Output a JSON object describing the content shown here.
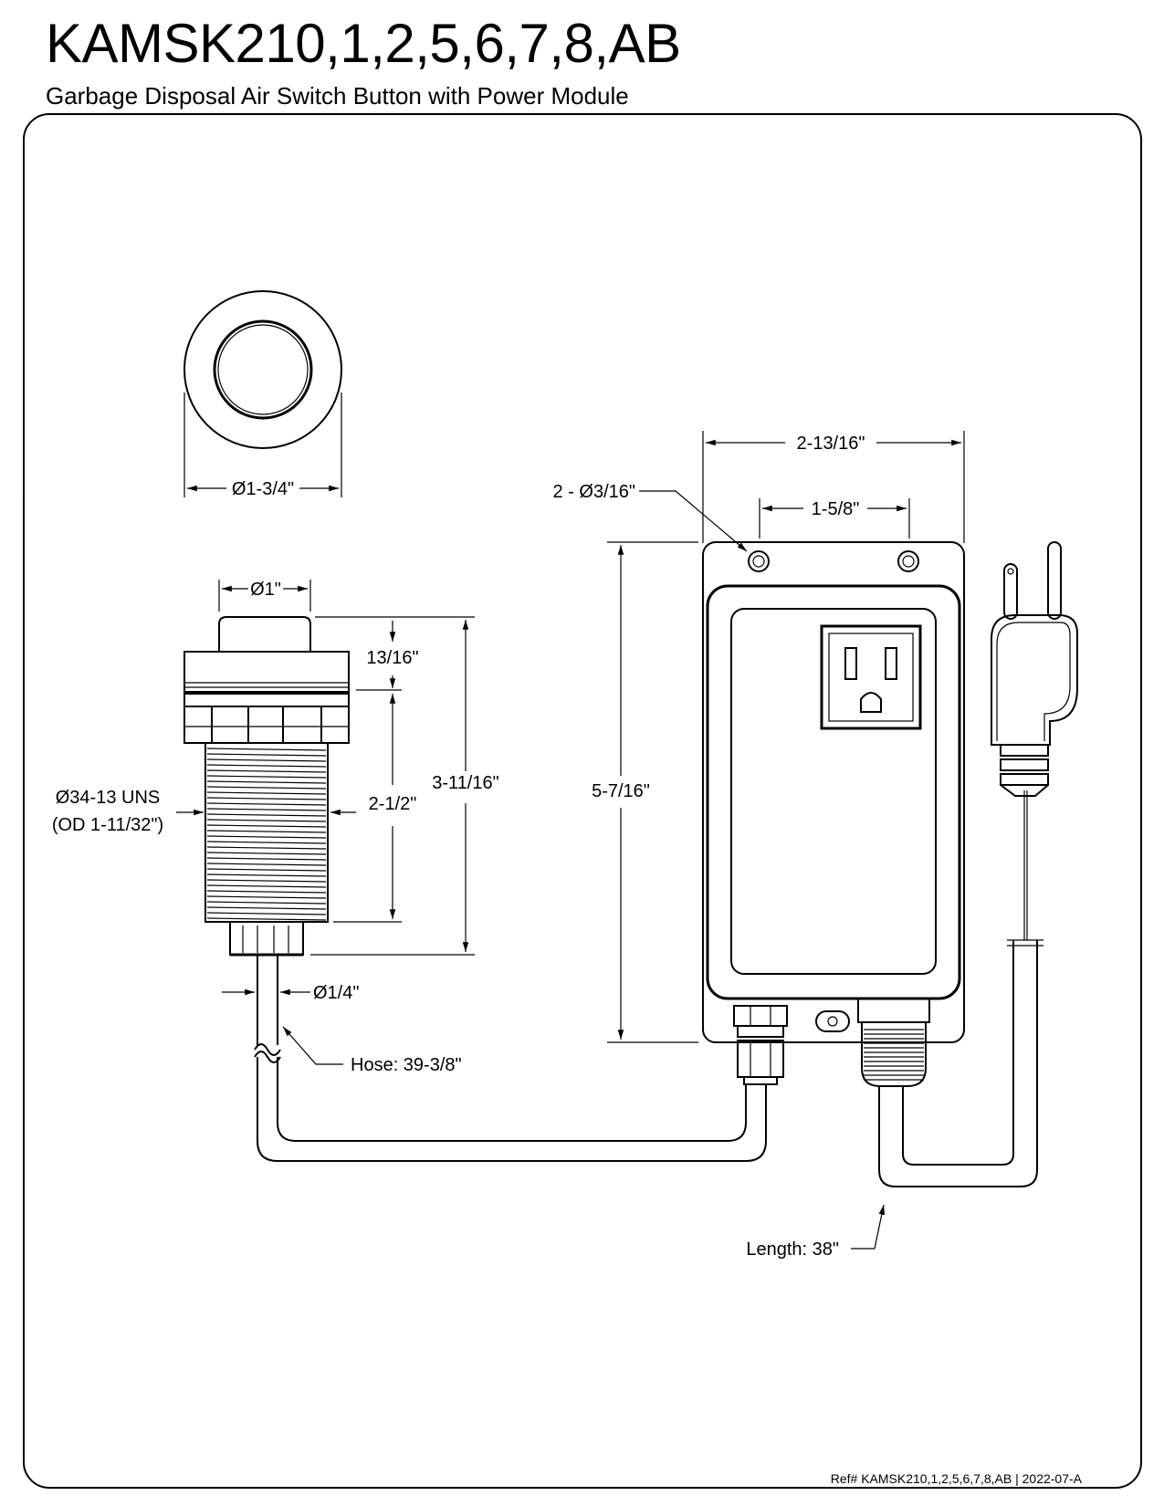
{
  "header": {
    "title": "KAMSK210,1,2,5,6,7,8,AB",
    "subtitle": "Garbage Disposal Air Switch Button with Power Module"
  },
  "dimensions": {
    "button_top_dia": "Ø1-3/4\"",
    "button_cap_dia": "Ø1\"",
    "cap_height": "13/16\"",
    "thread_length": "2-1/2\"",
    "overall_height": "3-11/16\"",
    "thread_spec_line1": "Ø34-13 UNS",
    "thread_spec_line2": "(OD 1-11/32\")",
    "hose_dia": "Ø1/4\"",
    "hose_length": "Hose: 39-3/8\"",
    "module_width": "2-13/16\"",
    "mount_holes": "2 - Ø3/16\"",
    "hole_spacing": "1-5/8\"",
    "module_height": "5-7/16\"",
    "cord_length": "Length: 38\""
  },
  "footer": {
    "reference": "Ref# KAMSK210,1,2,5,6,7,8,AB | 2022-07-A"
  }
}
